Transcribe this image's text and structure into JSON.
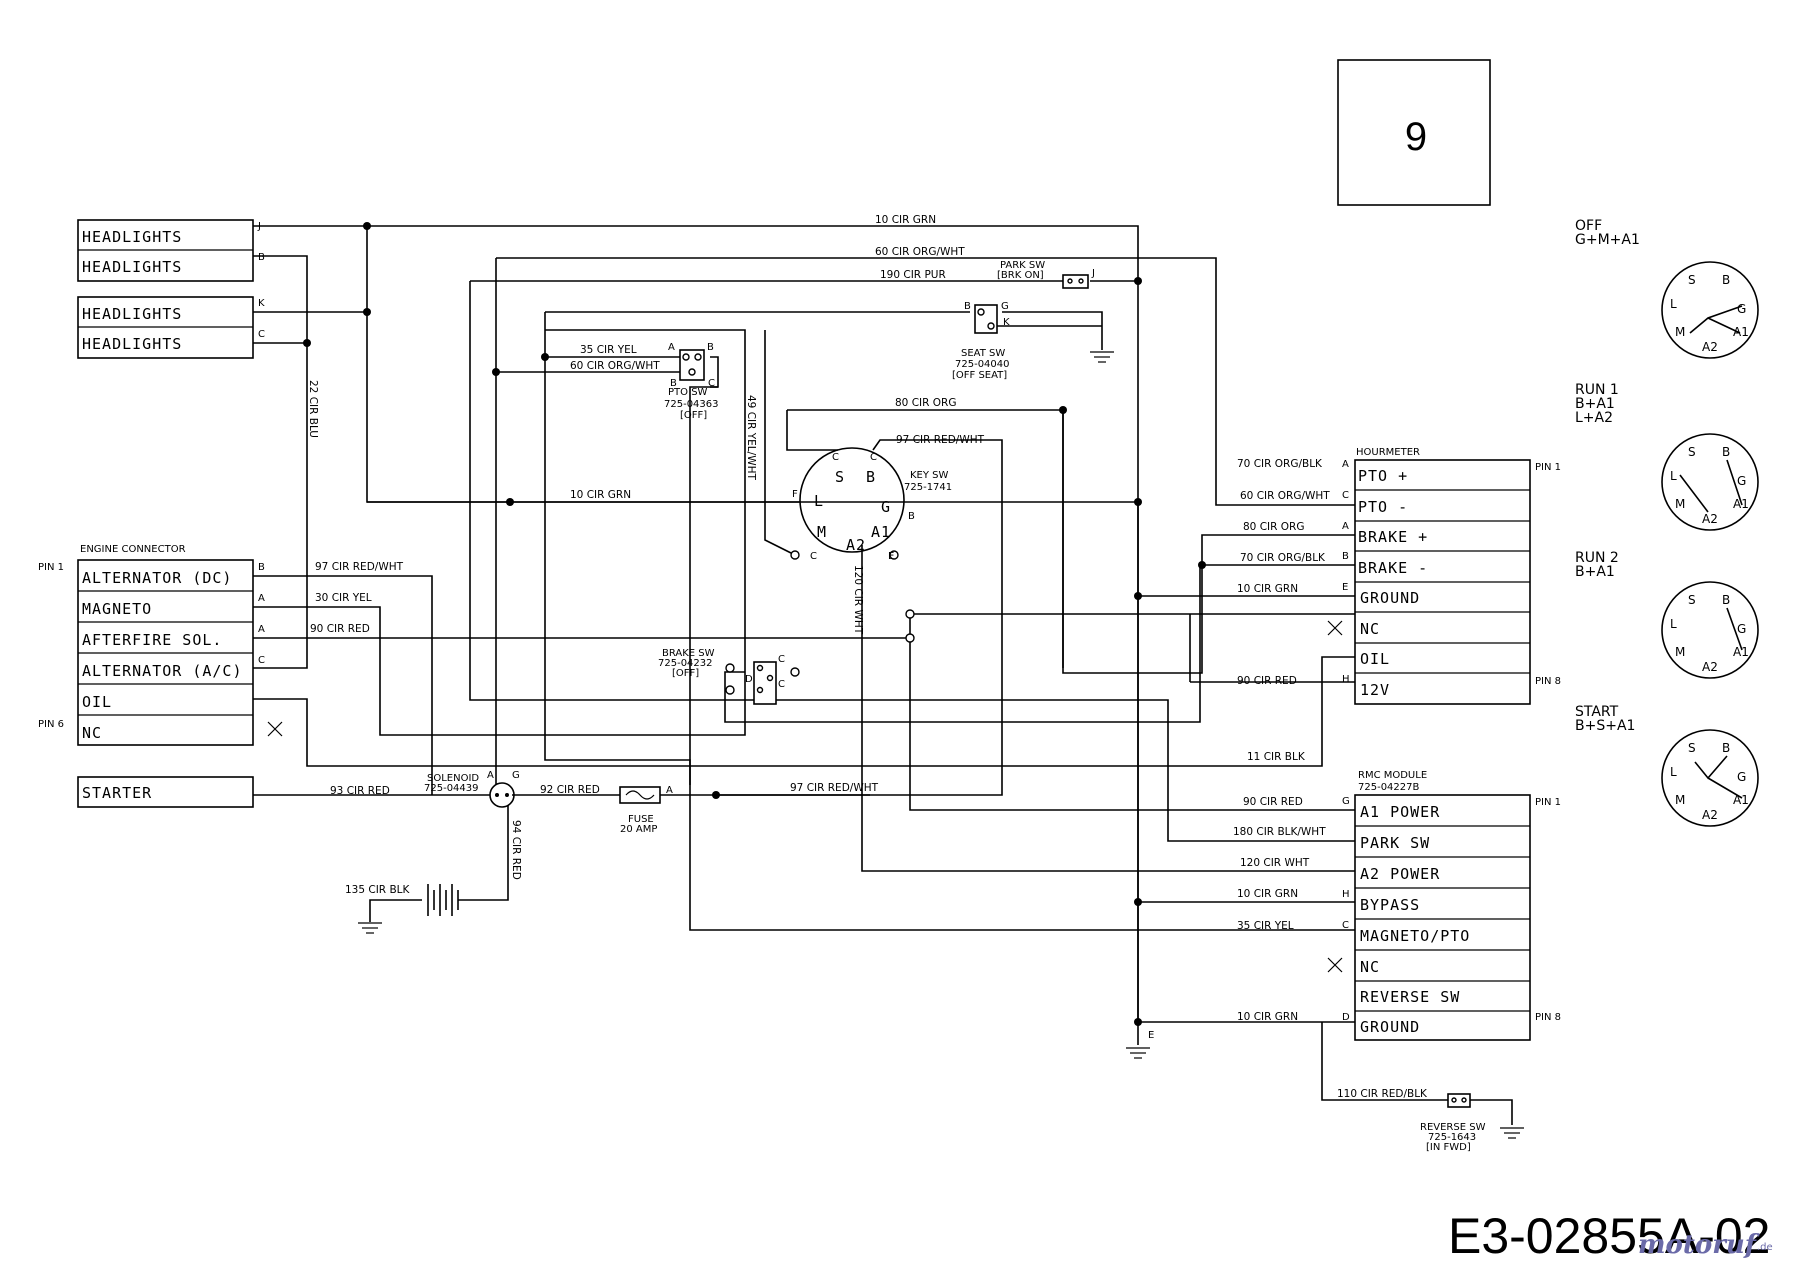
{
  "page_number": "9",
  "part_number": "E3-02855A-02",
  "watermark": {
    "main": "motoruf",
    "suffix": ".de"
  },
  "components": {
    "headlights": [
      "HEADLIGHTS",
      "HEADLIGHTS",
      "HEADLIGHTS",
      "HEADLIGHTS"
    ],
    "headlight_pins": [
      "J",
      "B",
      "K",
      "C"
    ],
    "engine_connector": {
      "title": "ENGINE CONNECTOR",
      "pin_first": "PIN 1",
      "pin_last": "PIN 6",
      "rows": [
        "ALTERNATOR (DC)",
        "MAGNETO",
        "AFTERFIRE SOL.",
        "ALTERNATOR (A/C)",
        "OIL",
        "NC"
      ],
      "pins": [
        "B",
        "A",
        "A",
        "C"
      ]
    },
    "starter": "STARTER",
    "hourmeter": {
      "title": "HOURMETER",
      "pin_first": "PIN 1",
      "pin_last": "PIN 8",
      "rows": [
        "PTO +",
        "PTO -",
        "BRAKE +",
        "BRAKE -",
        "GROUND",
        "NC",
        "OIL",
        "12V"
      ],
      "pins": [
        "A",
        "C",
        "A",
        "B",
        "E",
        "",
        "",
        "H"
      ]
    },
    "rmc_module": {
      "title": "RMC MODULE",
      "part": "725-04227B",
      "pin_first": "PIN 1",
      "pin_last": "PIN 8",
      "rows": [
        "A1 POWER",
        "PARK SW",
        "A2 POWER",
        "BYPASS",
        "MAGNETO/PTO",
        "NC",
        "REVERSE SW",
        "GROUND"
      ],
      "pins": [
        "G",
        "",
        "",
        "H",
        "C",
        "",
        "",
        "D"
      ]
    },
    "key_switch": {
      "name": "KEY SW",
      "part": "725-1741",
      "terminals": [
        "S",
        "B",
        "G",
        "A1",
        "A2",
        "M",
        "L"
      ],
      "pin_letters": [
        "C",
        "C",
        "B",
        "E",
        "C",
        "F"
      ]
    },
    "pto_switch": {
      "name": "PTO SW",
      "part": "725-04363",
      "state": "[OFF]",
      "pins": [
        "A",
        "B",
        "B",
        "C"
      ]
    },
    "seat_switch": {
      "name": "SEAT SW",
      "part": "725-04040",
      "state": "[OFF SEAT]",
      "pins": [
        "B",
        "G",
        "K"
      ]
    },
    "park_switch": {
      "name": "PARK SW",
      "state": "[BRK ON]",
      "pin": "J"
    },
    "brake_switch": {
      "name": "BRAKE SW",
      "part": "725-04232",
      "state": "[OFF]",
      "pins": [
        "C",
        "D",
        "C"
      ]
    },
    "solenoid": {
      "name": "SOLENOID",
      "part": "725-04439",
      "pins": [
        "A",
        "G"
      ]
    },
    "fuse": {
      "name": "FUSE",
      "rating": "20 AMP",
      "pin": "A"
    },
    "reverse_switch": {
      "name": "REVERSE SW",
      "part": "725-1643",
      "state": "[IN FWD]"
    },
    "ground_pin": "E"
  },
  "wires": {
    "w10grn_top": "10 CIR GRN",
    "w60orgwht_top": "60 CIR ORG/WHT",
    "w190pur": "190 CIR PUR",
    "w35yel": "35 CIR YEL",
    "w60orgwht_pto": "60 CIR ORG/WHT",
    "w22blu": "22 CIR BLU",
    "w49yelwht": "49 CIR YEL/WHT",
    "w80org": "80 CIR ORG",
    "w97redwht_key": "97 CIR RED/WHT",
    "w10grn_mid": "10 CIR GRN",
    "w97redwht_alt": "97 CIR RED/WHT",
    "w30yel": "30 CIR YEL",
    "w90red_eng": "90 CIR RED",
    "w120wht": "120 CIR WHT",
    "w93red": "93 CIR RED",
    "w92red": "92 CIR RED",
    "w97redwht_fuse": "97 CIR RED/WHT",
    "w94red": "94 CIR RED",
    "w135blk": "135 CIR BLK",
    "w11blk": "11 CIR BLK",
    "hm": [
      "70 CIR ORG/BLK",
      "60 CIR ORG/WHT",
      "80 CIR ORG",
      "70 CIR ORG/BLK",
      "10 CIR GRN",
      "90 CIR RED"
    ],
    "rmc": [
      "90 CIR RED",
      "180 CIR BLK/WHT",
      "120 CIR WHT",
      "10 CIR GRN",
      "35 CIR YEL",
      "10 CIR GRN"
    ],
    "w110": "110 CIR RED/BLK"
  },
  "positions": [
    {
      "name": "OFF",
      "combo": [
        "G+M+A1"
      ]
    },
    {
      "name": "RUN 1",
      "combo": [
        "B+A1",
        "L+A2"
      ]
    },
    {
      "name": "RUN 2",
      "combo": [
        "B+A1"
      ]
    },
    {
      "name": "START",
      "combo": [
        "B+S+A1"
      ]
    }
  ]
}
